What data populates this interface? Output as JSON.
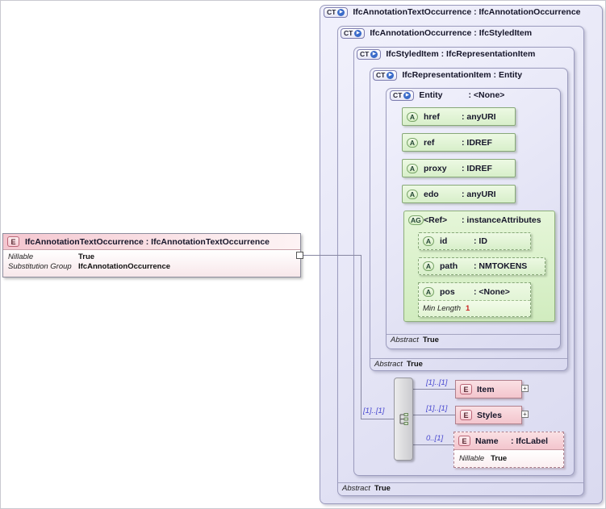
{
  "left_element": {
    "badge": "E",
    "title": "IfcAnnotationTextOccurrence : IfcAnnotationTextOccurrence",
    "props": [
      {
        "label": "Nillable",
        "value": "True"
      },
      {
        "label": "Substitution Group",
        "value": "IfcAnnotationOccurrence"
      }
    ]
  },
  "types": {
    "outer": {
      "badge": "CT",
      "title": "IfcAnnotationTextOccurrence : IfcAnnotationOccurrence"
    },
    "annotation_occurrence": {
      "badge": "CT",
      "title": "IfcAnnotationOccurrence : IfcStyledItem",
      "abstract": {
        "label": "Abstract",
        "value": "True"
      }
    },
    "styled_item": {
      "badge": "CT",
      "title": "IfcStyledItem : IfcRepresentationItem"
    },
    "representation_item": {
      "badge": "CT",
      "title": "IfcRepresentationItem : Entity",
      "abstract": {
        "label": "Abstract",
        "value": "True"
      }
    },
    "entity": {
      "badge": "CT",
      "name": "Entity",
      "type": ": <None>",
      "abstract": {
        "label": "Abstract",
        "value": "True"
      }
    }
  },
  "entity_attributes": [
    {
      "badge": "A",
      "name": "href",
      "type": ": anyURI"
    },
    {
      "badge": "A",
      "name": "ref",
      "type": ": IDREF"
    },
    {
      "badge": "A",
      "name": "proxy",
      "type": ": IDREF"
    },
    {
      "badge": "A",
      "name": "edo",
      "type": ": anyURI"
    }
  ],
  "attribute_group": {
    "badge": "AG",
    "name": "<Ref>",
    "type": ": instanceAttributes",
    "attributes": [
      {
        "badge": "A",
        "name": "id",
        "type": ": ID"
      },
      {
        "badge": "A",
        "name": "path",
        "type": ": NMTOKENS"
      },
      {
        "badge": "A",
        "name": "pos",
        "type": ": <None>",
        "facet": {
          "label": "Min Length",
          "value": "1"
        }
      }
    ]
  },
  "content_model": {
    "group_cardinality": "[1]..[1]",
    "elements": [
      {
        "badge": "E",
        "name": "Item",
        "cardinality": "[1]..[1]"
      },
      {
        "badge": "E",
        "name": "Styles",
        "cardinality": "[1]..[1]"
      },
      {
        "badge": "E",
        "name": "Name",
        "type": ": IfcLabel",
        "cardinality": "0..[1]",
        "prop": {
          "label": "Nillable",
          "value": "True"
        }
      }
    ]
  },
  "icons": {
    "derivation_arrow": "▶",
    "plus": "+"
  },
  "colors": {
    "complex_type_fill": "#e6e6f6",
    "complex_type_border": "#9b9bbd",
    "attribute_fill": "#e3f4d7",
    "attribute_border": "#87a878",
    "element_fill": "#f7d2d8",
    "element_border": "#b07f8c",
    "cardinality_text": "#4a4ad0",
    "facet_value_red": "#cc2222"
  }
}
